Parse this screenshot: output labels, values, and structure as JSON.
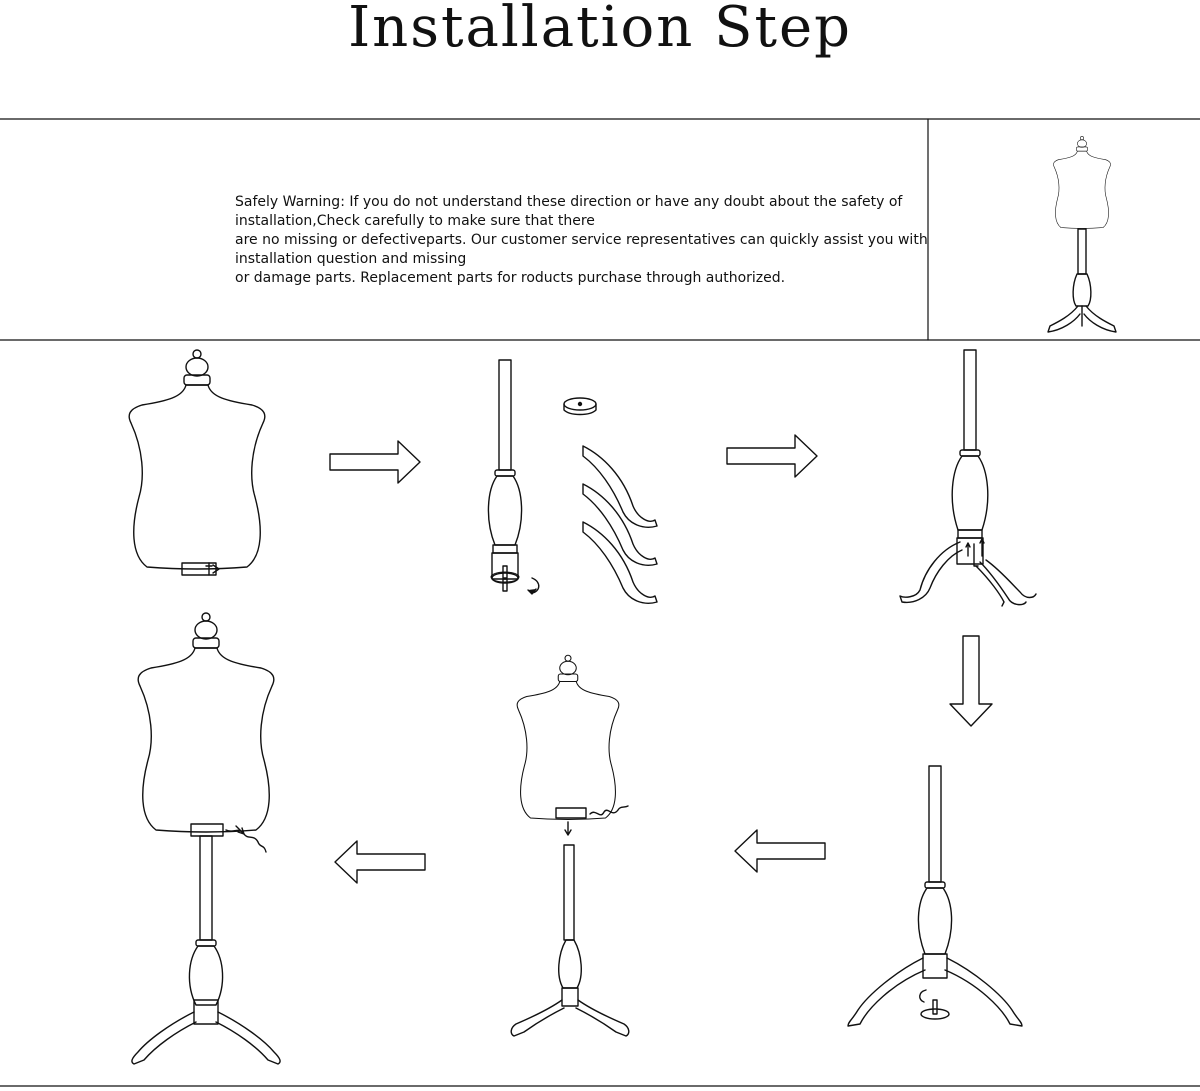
{
  "header": {
    "title": "Installation Step"
  },
  "warning": {
    "lines": [
      "Safely Warning: If you do not understand these direction or have any doubt about the safety of",
      "installation,Check carefully to make sure that there",
      "are no missing or defectiveparts. Our customer service representatives can quickly assist you with",
      "installation question and missing",
      "or damage parts. Replacement parts for roducts purchase through authorized."
    ]
  },
  "icons": {
    "arrow_right": "arrow-right-icon",
    "arrow_down": "arrow-down-icon",
    "arrow_left": "arrow-left-icon",
    "rotate": "rotate-arrow-icon",
    "screw": "screw-icon"
  }
}
